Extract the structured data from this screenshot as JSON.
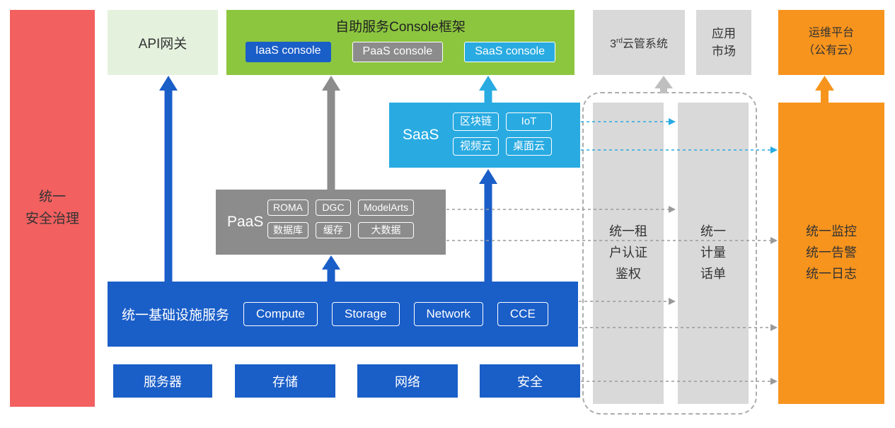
{
  "palette": {
    "red": "#F26060",
    "light_green": "#E4F1DD",
    "green": "#8CC63F",
    "blue": "#1A5EC8",
    "cyan": "#29ABE2",
    "gray": "#8C8C8C",
    "light_gray": "#D9D9D9",
    "orange": "#F7941D"
  },
  "security_bar": {
    "label": "统一\n安全治理"
  },
  "api_gateway": {
    "label": "API网关"
  },
  "console": {
    "title": "自助服务Console框架",
    "iaas": "IaaS console",
    "paas": "PaaS console",
    "saas": "SaaS console"
  },
  "third_cloud": {
    "num": "3",
    "sup": "rd",
    "rest": "云管系统"
  },
  "app_market": {
    "label": "应用\n市场"
  },
  "om_platform": {
    "label": "运维平台\n（公有云）"
  },
  "saas": {
    "label": "SaaS",
    "chips": [
      "区块链",
      "IoT",
      "视频云",
      "桌面云"
    ]
  },
  "paas": {
    "label": "PaaS",
    "chips": [
      "ROMA",
      "DGC",
      "ModelArts",
      "数据库",
      "缓存",
      "大数据"
    ]
  },
  "iaas": {
    "label": "统一基础设施服务",
    "chips": [
      "Compute",
      "Storage",
      "Network",
      "CCE"
    ]
  },
  "bottom_row": {
    "items": [
      "服务器",
      "存储",
      "网络",
      "安全"
    ]
  },
  "auth_bar": {
    "label": "统一租\n户认证\n鉴权"
  },
  "billing_bar": {
    "label": "统一\n计量\n话单"
  },
  "monitor_bar": {
    "label": "统一监控\n统一告警\n统一日志"
  }
}
